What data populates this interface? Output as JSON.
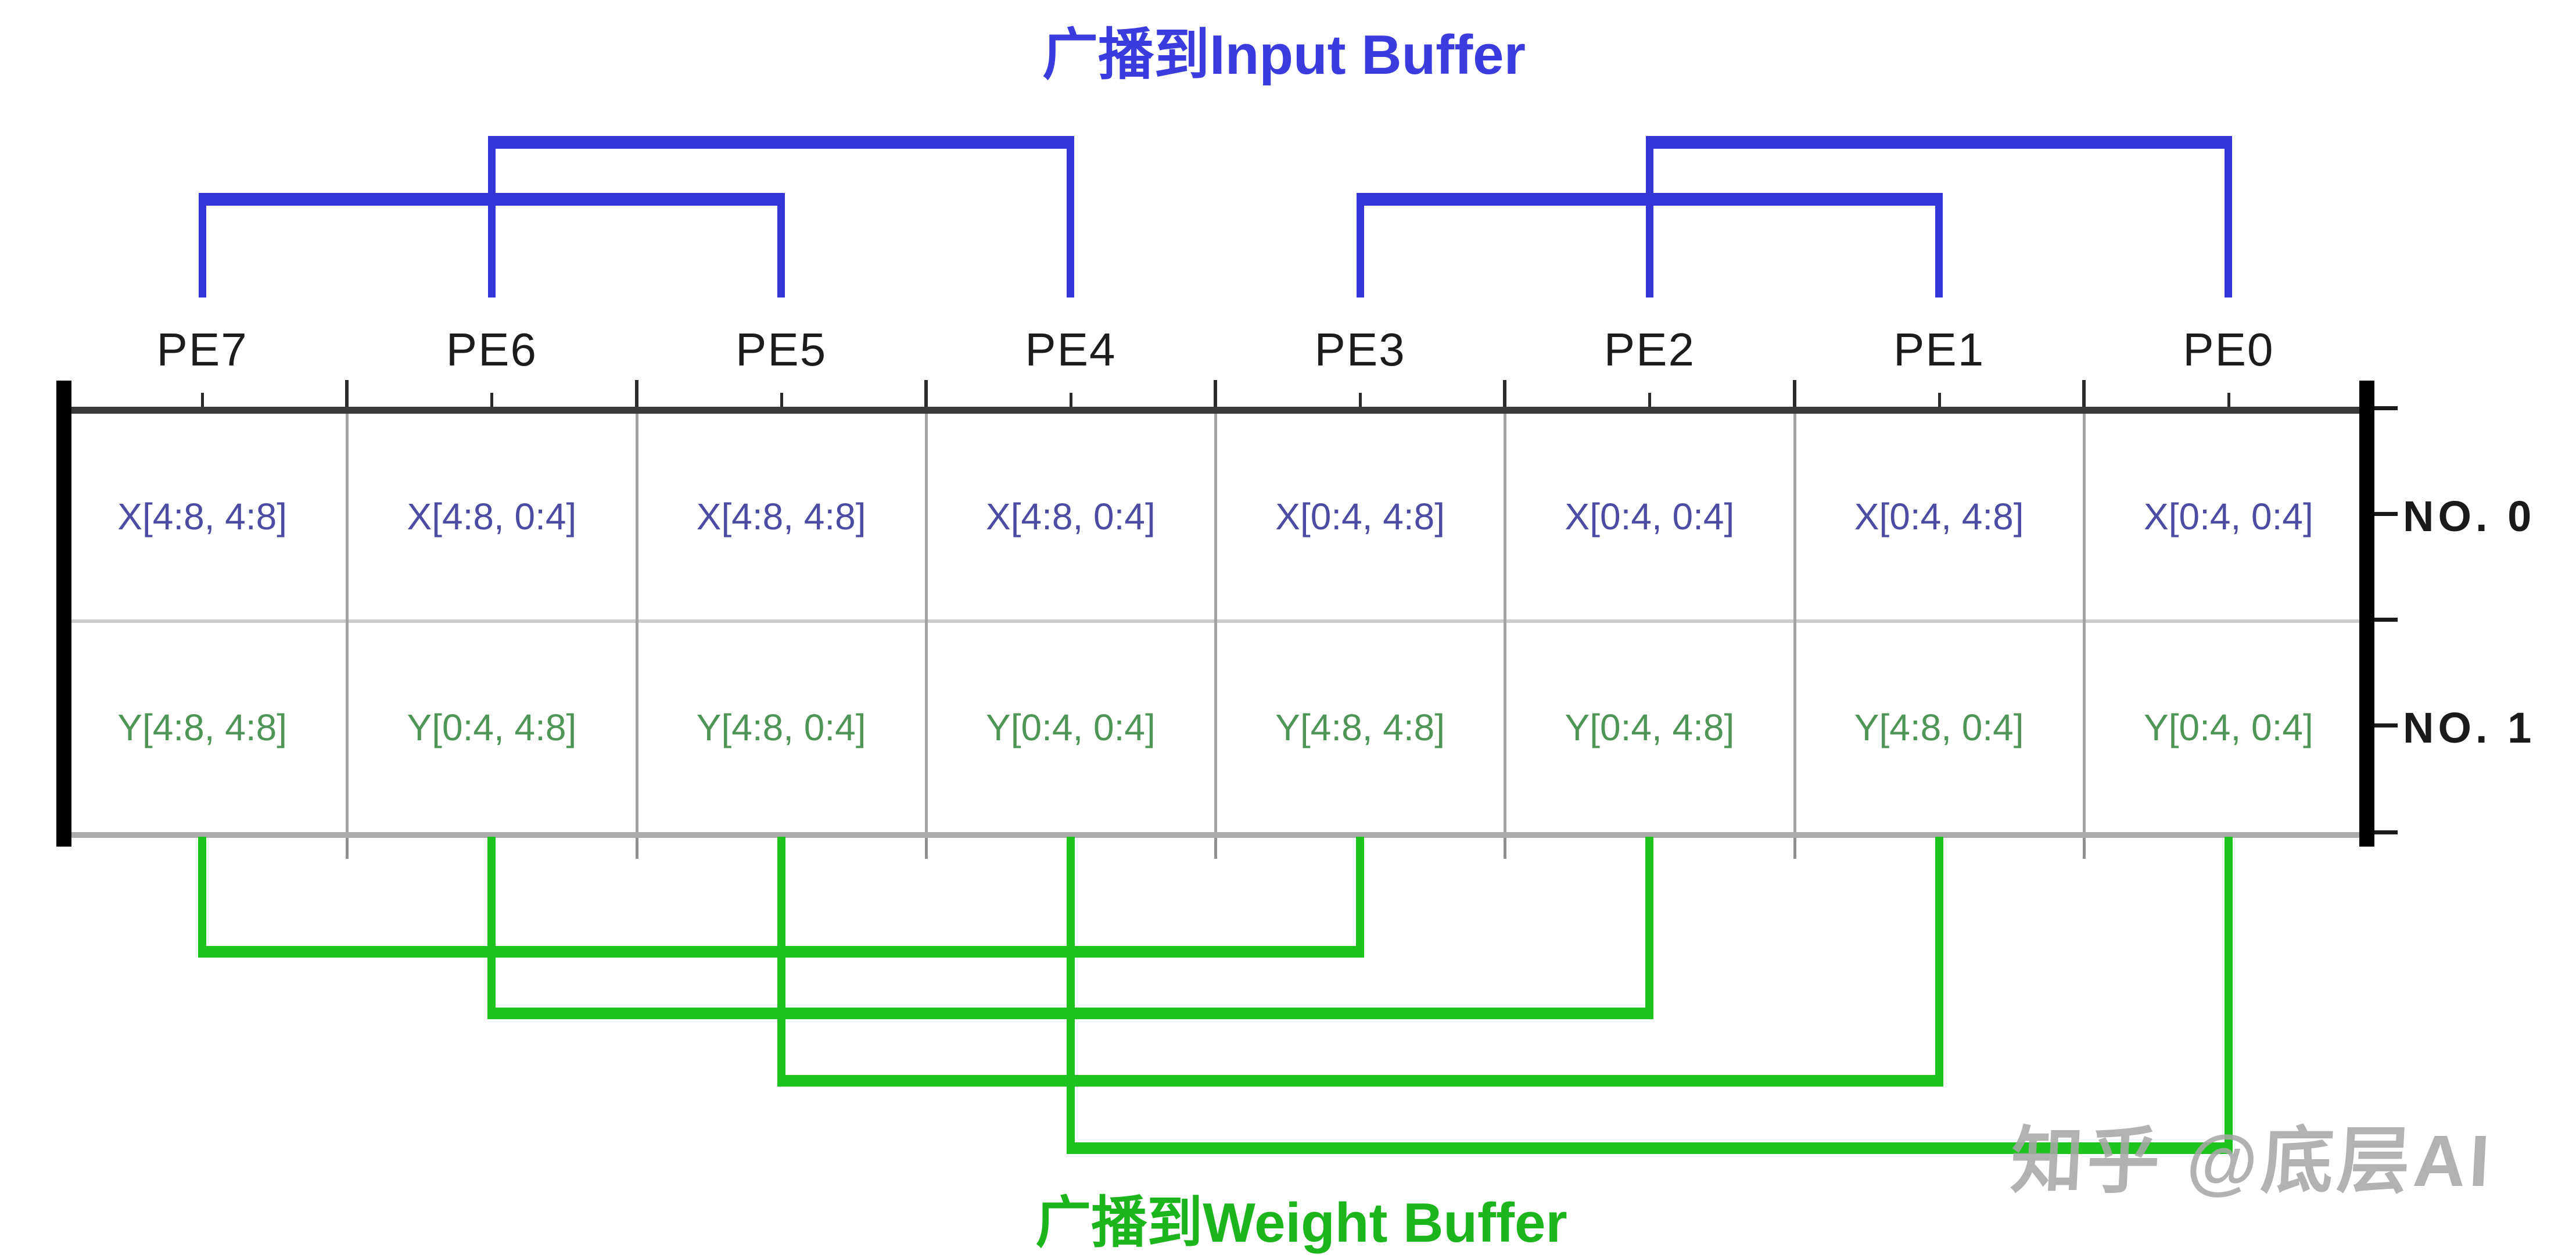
{
  "titles": {
    "input_buffer": "广播到Input Buffer",
    "weight_buffer": "广播到Weight Buffer"
  },
  "pe_labels": [
    "PE7",
    "PE6",
    "PE5",
    "PE4",
    "PE3",
    "PE2",
    "PE1",
    "PE0"
  ],
  "rows": [
    {
      "label": "NO. 0",
      "cells": [
        "X[4:8, 4:8]",
        "X[4:8, 0:4]",
        "X[4:8, 4:8]",
        "X[4:8, 0:4]",
        "X[0:4, 4:8]",
        "X[0:4, 0:4]",
        "X[0:4, 4:8]",
        "X[0:4, 0:4]"
      ]
    },
    {
      "label": "NO. 1",
      "cells": [
        "Y[4:8, 4:8]",
        "Y[0:4, 4:8]",
        "Y[4:8, 0:4]",
        "Y[0:4, 0:4]",
        "Y[4:8, 4:8]",
        "Y[0:4, 4:8]",
        "Y[4:8, 0:4]",
        "Y[0:4, 0:4]"
      ]
    }
  ],
  "connections": {
    "input_buffer_links": [
      {
        "from": "PE6",
        "to": "PE4",
        "tier": 0
      },
      {
        "from": "PE7",
        "to": "PE5",
        "tier": 1
      },
      {
        "from": "PE2",
        "to": "PE0",
        "tier": 0
      },
      {
        "from": "PE3",
        "to": "PE1",
        "tier": 1
      }
    ],
    "weight_buffer_links": [
      {
        "from": "PE7",
        "to": "PE3",
        "tier": 0
      },
      {
        "from": "PE6",
        "to": "PE2",
        "tier": 1
      },
      {
        "from": "PE5",
        "to": "PE1",
        "tier": 2
      },
      {
        "from": "PE4",
        "to": "PE0",
        "tier": 3
      }
    ]
  },
  "watermark": "知乎 @底层AI",
  "colors": {
    "blue_line": "#3535d8",
    "blue_title": "#3b3bde",
    "green_line": "#1ec41e",
    "green_title": "#1db51d",
    "x_text": "#4c4ca3",
    "y_text": "#4f9557"
  }
}
